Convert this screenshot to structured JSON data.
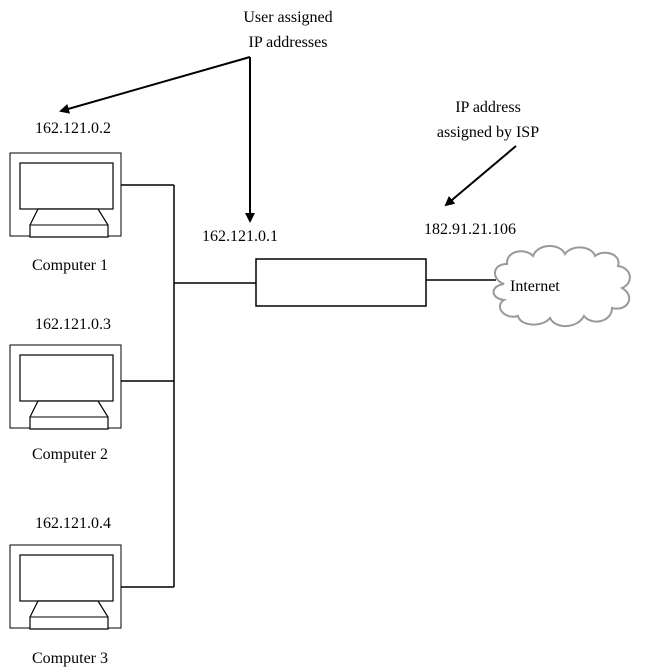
{
  "labels": {
    "user_assigned_line1": "User assigned",
    "user_assigned_line2": "IP addresses",
    "isp_assigned_line1": "IP address",
    "isp_assigned_line2": "assigned by ISP",
    "router_ip": "162.121.0.1",
    "public_ip": "182.91.21.106",
    "internet": "Internet"
  },
  "computers": [
    {
      "ip": "162.121.0.2",
      "name": "Computer 1"
    },
    {
      "ip": "162.121.0.3",
      "name": "Computer 2"
    },
    {
      "ip": "162.121.0.4",
      "name": "Computer 3"
    }
  ],
  "colors": {
    "line": "#000000",
    "cloud_outline": "#999999",
    "background": "#ffffff"
  }
}
